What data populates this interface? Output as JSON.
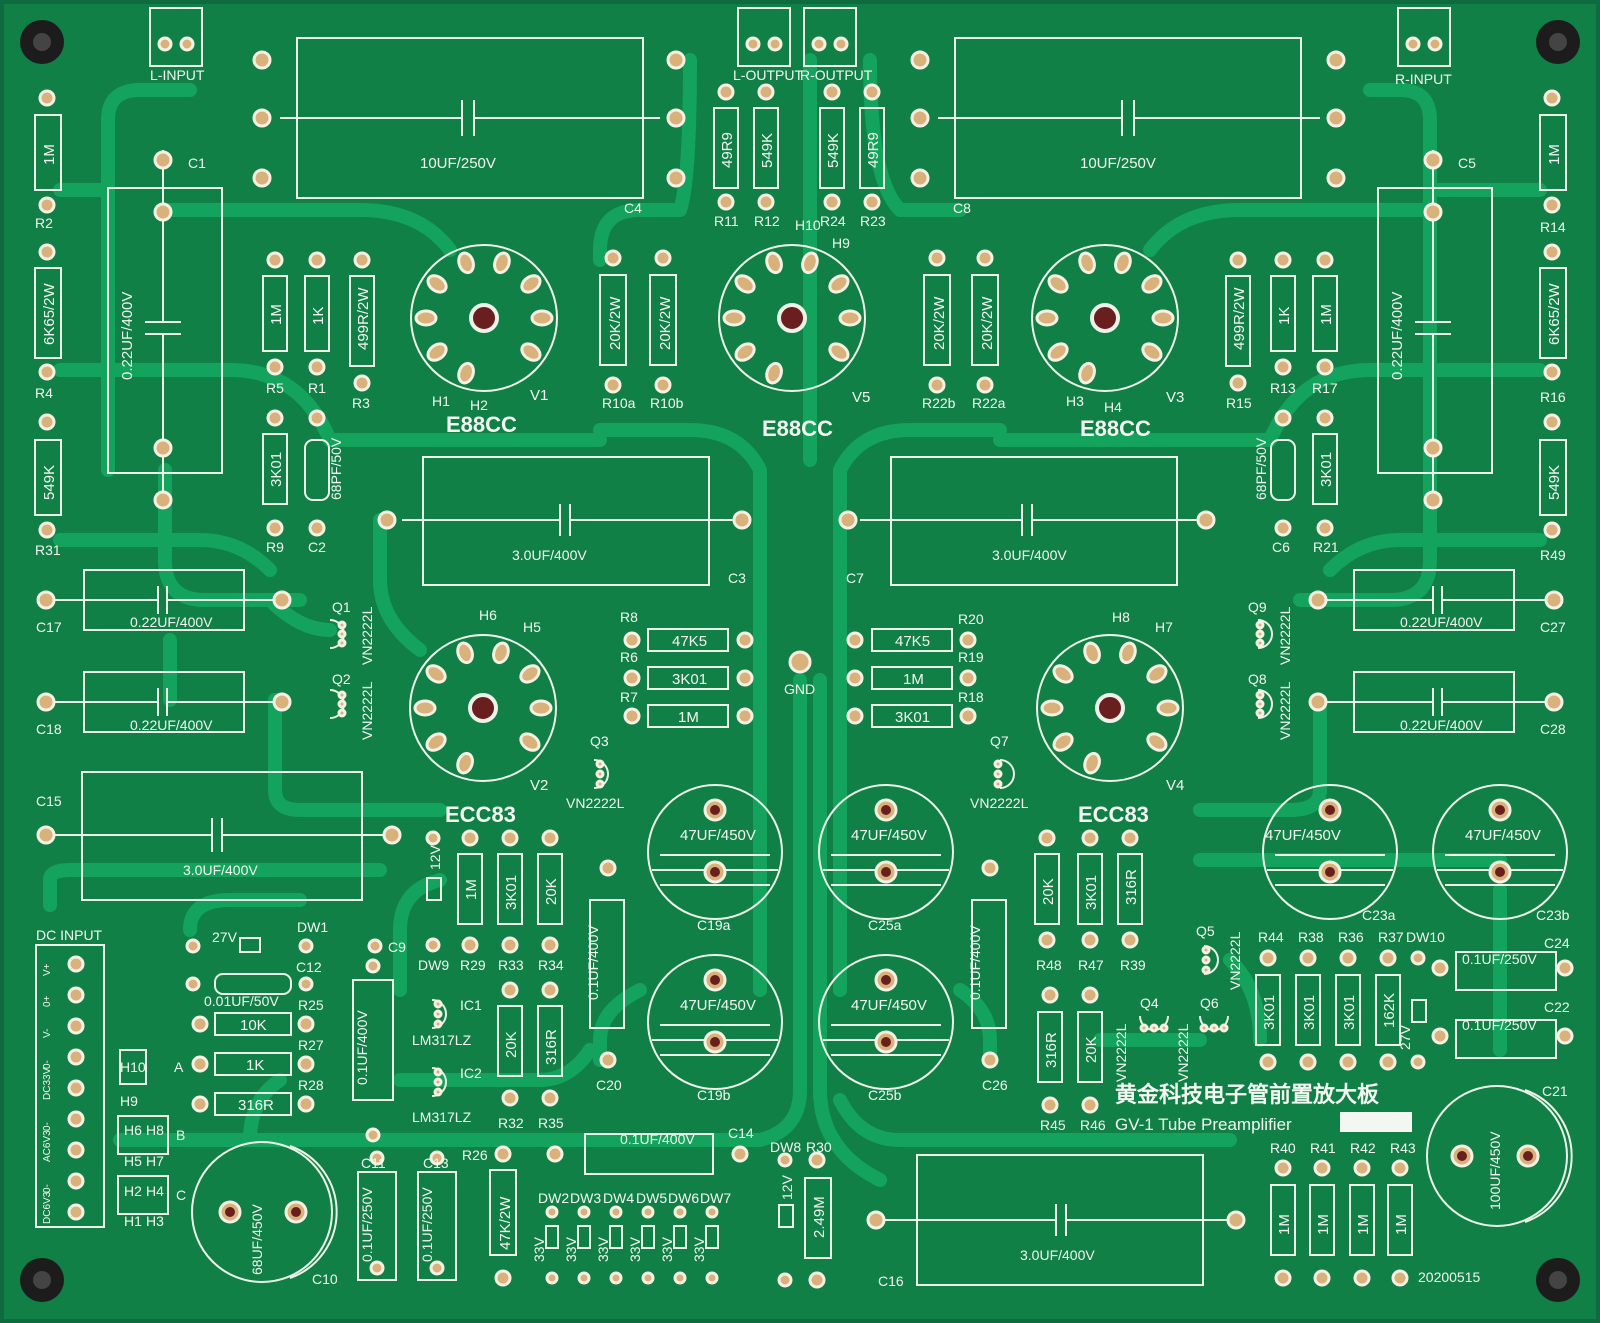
{
  "labels": {
    "l_input": "L-INPUT",
    "r_input": "R-INPUT",
    "l_output": "L-OUTPUT",
    "r_output": "R-OUTPUT",
    "gnd": "GND",
    "dc_input": "DC INPUT",
    "board_cn": "黄金科技电子管前置放大板",
    "board_en": "GV-1  Tube Preamplifier",
    "date": "20200515"
  },
  "tubes": [
    {
      "id": "V1",
      "type": "E88CC"
    },
    {
      "id": "V5",
      "type": "E88CC"
    },
    {
      "id": "V3",
      "type": "E88CC"
    },
    {
      "id": "V2",
      "type": "ECC83"
    },
    {
      "id": "V4",
      "type": "ECC83"
    }
  ],
  "caps": {
    "c4": "10UF/250V",
    "c8": "10UF/250V",
    "c1": "0.22UF/400V",
    "c5": "0.22UF/400V",
    "c3": "3.0UF/400V",
    "c7": "3.0UF/400V",
    "c15": "3.0UF/400V",
    "c16": "3.0UF/400V",
    "c17": "0.22UF/400V",
    "c18": "0.22UF/400V",
    "c27": "0.22UF/400V",
    "c28": "0.22UF/400V",
    "c19a": "47UF/450V",
    "c19b": "47UF/450V",
    "c25a": "47UF/450V",
    "c25b": "47UF/450V",
    "c23a": "47UF/450V",
    "c23b": "47UF/450V",
    "c10": "68UF/450V",
    "c21": "100UF/450V",
    "c14": "0.1UF/400V",
    "c20": "0.1UF/400V",
    "c26": "0.1UF/400V",
    "c9": "0.1UF/400V",
    "c11": "0.1UF/250V",
    "c13": "0.1UF/250V",
    "c24": "0.1UF/250V",
    "c22": "0.1UF/250V",
    "c12": "0.01UF/50V",
    "c2": "68PF/50V",
    "c6": "68PF/50V"
  },
  "refs": {
    "r2": "R2",
    "r4": "R4",
    "r31": "R31",
    "r14": "R14",
    "r16": "R16",
    "r49": "R49",
    "r5": "R5",
    "r1": "R1",
    "r3": "R3",
    "r9": "R9",
    "c2": "C2",
    "r15": "R15",
    "r13": "R13",
    "r17": "R17",
    "r21": "R21",
    "c6": "C6",
    "r10a": "R10a",
    "r10b": "R10b",
    "r22b": "R22b",
    "r22a": "R22a",
    "r11": "R11",
    "r12": "R12",
    "r24": "R24",
    "r23": "R23",
    "c1": "C1",
    "c4": "C4",
    "c8": "C8",
    "c5": "C5",
    "c3": "C3",
    "c7": "C7",
    "c17": "C17",
    "c18": "C18",
    "c27": "C27",
    "c28": "C28",
    "c15": "C15",
    "c16": "C16",
    "r8": "R8",
    "r6": "R6",
    "r7": "R7",
    "r20": "R20",
    "r19": "R19",
    "r18": "R18",
    "q1": "Q1",
    "q2": "Q2",
    "q3": "Q3",
    "q7": "Q7",
    "q8": "Q8",
    "q9": "Q9",
    "q4": "Q4",
    "q5": "Q5",
    "q6": "Q6",
    "c19a": "C19a",
    "c19b": "C19b",
    "c25a": "C25a",
    "c25b": "C25b",
    "c23a": "C23a",
    "c23b": "C23b",
    "c20": "C20",
    "c26": "C26",
    "c14": "C14",
    "c10": "C10",
    "c11": "C11",
    "c13": "C13",
    "c9": "C9",
    "c12": "C12",
    "c21": "C21",
    "c22": "C22",
    "c24": "C24",
    "r29": "R29",
    "r33": "R33",
    "r34": "R34",
    "r32": "R32",
    "r35": "R35",
    "r26": "R26",
    "r30": "R30",
    "r48": "R48",
    "r47": "R47",
    "r39": "R39",
    "r45": "R45",
    "r46": "R46",
    "r44": "R44",
    "r38": "R38",
    "r36": "R36",
    "r37": "R37",
    "r40": "R40",
    "r41": "R41",
    "r42": "R42",
    "r43": "R43",
    "r25": "R25",
    "r27": "R27",
    "r28": "R28",
    "dw1": "DW1",
    "dw9": "DW9",
    "dw8": "DW8",
    "dw10": "DW10",
    "dw2": "DW2",
    "dw3": "DW3",
    "dw4": "DW4",
    "dw5": "DW5",
    "dw6": "DW6",
    "dw7": "DW7",
    "ic1": "IC1",
    "ic2": "IC2",
    "lm1": "LM317LZ",
    "lm2": "LM317LZ",
    "h1": "H1",
    "h2": "H2",
    "h3": "H3",
    "h4": "H4",
    "h5": "H5",
    "h6": "H6",
    "h7": "H7",
    "h8": "H8",
    "h9": "H9",
    "h10": "H10"
  },
  "values": {
    "r2": "1M",
    "r4": "6K65/2W",
    "r31": "549K",
    "r14": "1M",
    "r16": "6K65/2W",
    "r49": "549K",
    "r5": "1M",
    "r1": "1K",
    "r3": "499R/2W",
    "r9": "3K01",
    "r15": "499R/2W",
    "r13": "1K",
    "r17": "1M",
    "r21": "3K01",
    "r10a": "20K/2W",
    "r10b": "20K/2W",
    "r22b": "20K/2W",
    "r22a": "20K/2W",
    "r11": "49R9",
    "r12": "549K",
    "r24": "549K",
    "r23": "49R9",
    "r8": "47K5",
    "r6": "3K01",
    "r7": "1M",
    "r20": "47K5",
    "r19": "1M",
    "r18": "3K01",
    "r29": "1M",
    "r33": "3K01",
    "r34": "20K",
    "r32": "20K",
    "r35": "316R",
    "r26": "47K/2W",
    "r30": "2.49M",
    "r48": "20K",
    "r47": "3K01",
    "r39": "316R",
    "r45": "316R",
    "r46": "20K",
    "r44": "3K01",
    "r38": "3K01",
    "r36": "3K01",
    "r37": "162K",
    "r40": "1M",
    "r41": "1M",
    "r42": "1M",
    "r43": "1M",
    "r25": "10K",
    "r27": "1K",
    "r28": "316R",
    "q": "VN2222L",
    "z12": "12V",
    "z27": "27V",
    "z33": "33V"
  },
  "dc_pins": [
    "V+",
    "0+",
    "V-",
    "0-",
    "DC33V",
    "0-",
    "AC6V3",
    "0-",
    "DC6V3"
  ],
  "pin_letters": [
    "A",
    "B",
    "C"
  ]
}
